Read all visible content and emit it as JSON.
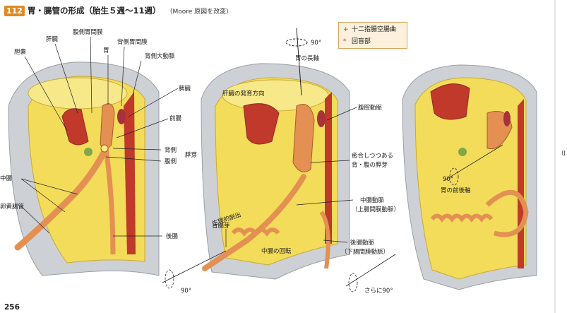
{
  "header": {
    "badge": "112",
    "title": "胃・腸管の形成（胎生５週〜11週）",
    "source": "（Moore 原図を改変）"
  },
  "legend": {
    "items": [
      {
        "symbol": "+",
        "label": "十二指腸空腸曲"
      },
      {
        "symbol": "*",
        "label": "回盲部"
      }
    ]
  },
  "labels": {
    "tanno": "胆嚢",
    "kanzo": "肝臓",
    "fukusoku_imakan": "腹側胃間膜",
    "i": "胃",
    "haisoku_imakan": "背側胃間膜",
    "haisoku_daidomyaku": "背側大動脈",
    "hizo": "脾臓",
    "zencho": "前腸",
    "haisoku": "背側",
    "fukusoku": "腹側",
    "suiga": "膵芽",
    "chucho": "中腸",
    "rankokan": "卵黄腸管",
    "kocho": "後腸",
    "rot90_top": "90°",
    "i_no_chojiku": "胃の長軸",
    "kanzo_hatsuiku": "肝臓の発育方向",
    "fukukou_domyaku": "腹腔動脈",
    "yugo1": "癒合しつつある",
    "yugo2": "背・腹の膵芽",
    "chucho_domyaku": "中腸動脈",
    "jouchoukan": "（上腸間膜動脈）",
    "mocho_ga": "盲腸芽",
    "seiri_dacchou": "生理的脱出",
    "chucho_kaiten": "中腸の回転",
    "kocho_domyaku": "後腸動脈",
    "kachoukan": "（下腸間膜動脈）",
    "rot90_bottom": "90°",
    "rot90_mid": "90°",
    "i_zengojiku": "胃の前後軸",
    "sarani90": "さらに90°",
    "cut_right": "（l"
  },
  "page_number": "256",
  "colors": {
    "badge": "#e08a1f",
    "wall_gray": "#cdd0d4",
    "cavity_yellow": "#f3dc5a",
    "organ_red": "#c0392b",
    "gut_orange": "#e39052",
    "legend_bg": "#fdf0dc"
  }
}
